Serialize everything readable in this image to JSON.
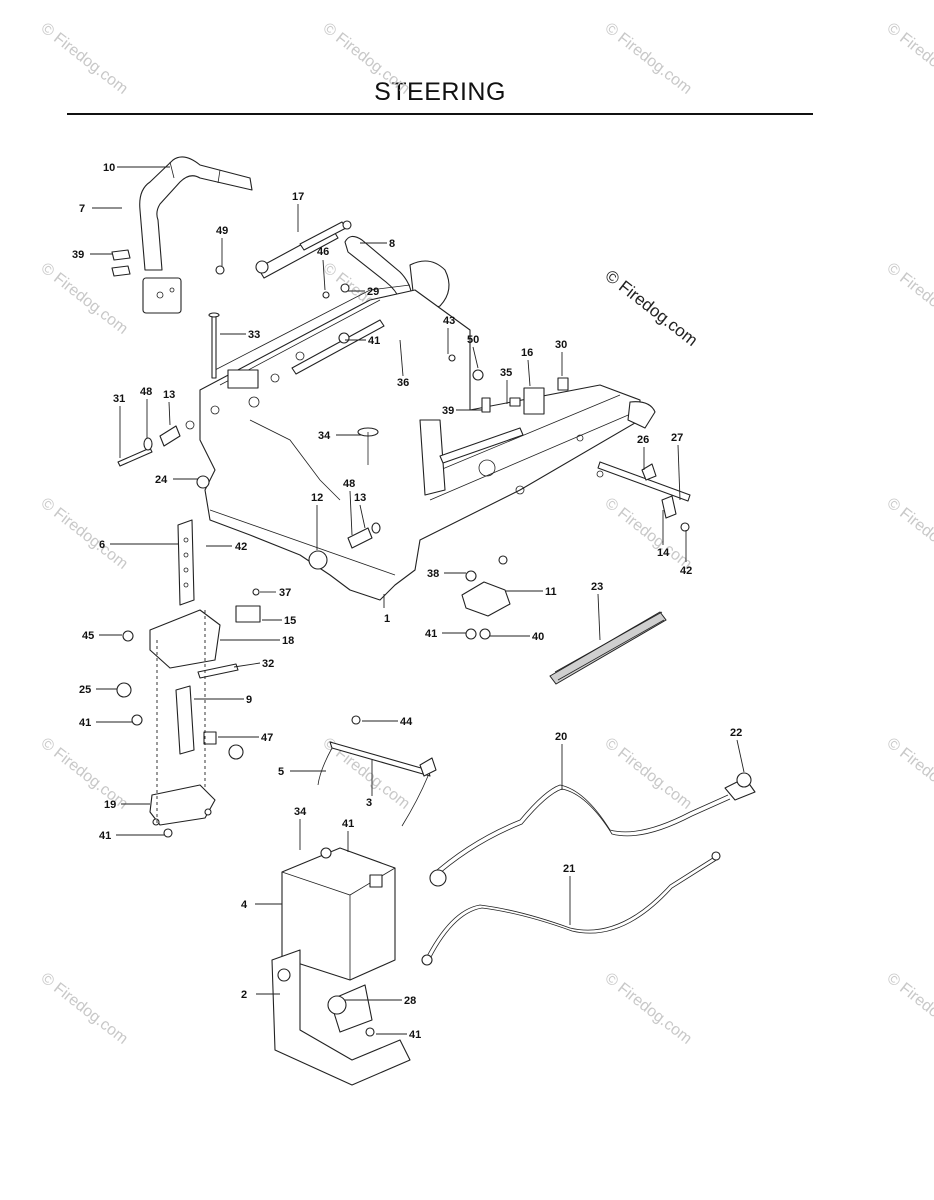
{
  "title": "STEERING",
  "watermark": "© Firedog.com",
  "callouts": [
    "10",
    "7",
    "39",
    "17",
    "49",
    "8",
    "46",
    "29",
    "41",
    "33",
    "36",
    "43",
    "50",
    "16",
    "30",
    "31",
    "48",
    "13",
    "35",
    "39",
    "34",
    "26",
    "27",
    "24",
    "12",
    "48",
    "13",
    "14",
    "42",
    "6",
    "42",
    "38",
    "11",
    "23",
    "37",
    "15",
    "45",
    "18",
    "41",
    "40",
    "32",
    "25",
    "9",
    "41",
    "47",
    "44",
    "20",
    "22",
    "5",
    "3",
    "19",
    "34",
    "41",
    "41",
    "4",
    "21",
    "2",
    "28",
    "41",
    "1"
  ]
}
